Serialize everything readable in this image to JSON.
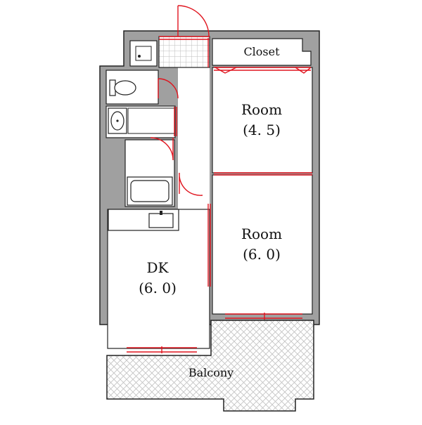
{
  "floor_plan": {
    "rooms": {
      "closet": {
        "name": "Closet"
      },
      "room_a": {
        "name": "Room",
        "size": "(4. 5)"
      },
      "room_b": {
        "name": "Room",
        "size": "(6. 0)"
      },
      "dk": {
        "name": "DK",
        "size": "(6. 0)"
      },
      "balcony": {
        "name": "Balcony"
      }
    },
    "colors": {
      "wall": "#a0a0a0",
      "line": "#222222",
      "door": "#e0141e",
      "hatch": "#bdbdbd",
      "floor": "#ffffff"
    }
  }
}
